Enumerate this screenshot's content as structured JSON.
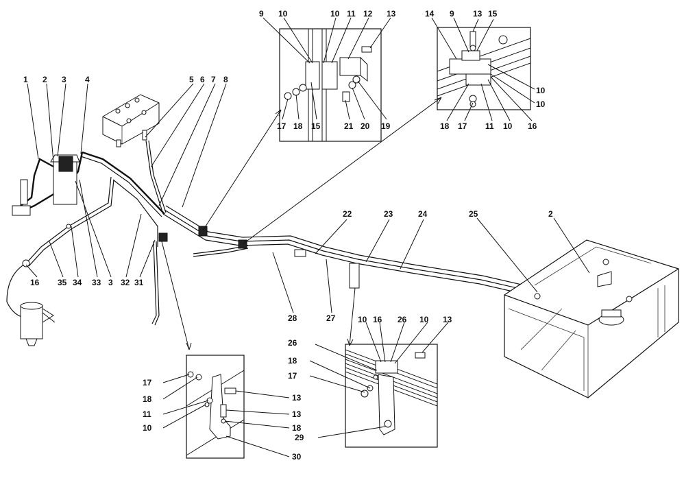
{
  "labels": {
    "l1": "1",
    "l2a": "2",
    "l3a": "3",
    "l4": "4",
    "l5": "5",
    "l6": "6",
    "l7": "7",
    "l8": "8",
    "l16a": "16",
    "l35": "35",
    "l34": "34",
    "l33": "33",
    "l3b": "3",
    "l32": "32",
    "l31": "31",
    "l28": "28",
    "l27": "27",
    "l22": "22",
    "l23": "23",
    "l24": "24",
    "l25": "25",
    "l2b": "2",
    "i1_9": "9",
    "i1_10a": "10",
    "i1_10b": "10",
    "i1_11": "11",
    "i1_12": "12",
    "i1_13": "13",
    "i1_17": "17",
    "i1_18": "18",
    "i1_15": "15",
    "i1_21": "21",
    "i1_20": "20",
    "i1_19": "19",
    "i2_14": "14",
    "i2_9": "9",
    "i2_13": "13",
    "i2_15": "15",
    "i2_10a": "10",
    "i2_10b": "10",
    "i2_18": "18",
    "i2_17": "17",
    "i2_11": "11",
    "i2_10c": "10",
    "i2_16": "16",
    "i3_17": "17",
    "i3_18a": "18",
    "i3_11": "11",
    "i3_10": "10",
    "i3_13a": "13",
    "i3_13b": "13",
    "i3_18b": "18",
    "i3_30": "30",
    "i4_10a": "10",
    "i4_16": "16",
    "i4_26a": "26",
    "i4_10b": "10",
    "i4_13": "13",
    "i4_26b": "26",
    "i4_18": "18",
    "i4_17": "17",
    "i4_29": "29"
  }
}
